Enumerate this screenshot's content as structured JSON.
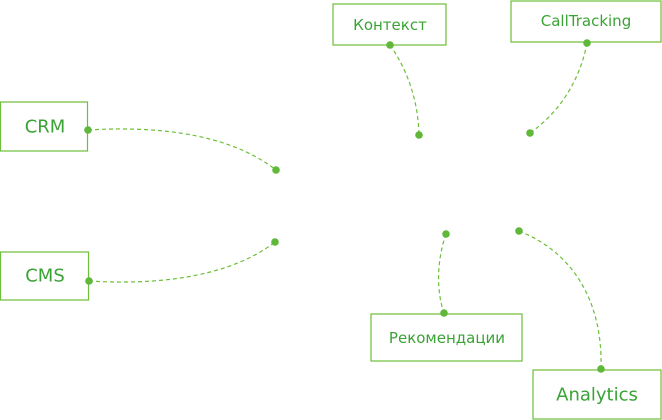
{
  "accent_color": "#5fb83a",
  "nodes": {
    "crm": {
      "label": "CRM"
    },
    "cms": {
      "label": "CMS"
    },
    "kontekst": {
      "label": "Контекст"
    },
    "calltracking": {
      "label": "CallTracking"
    },
    "rekomendacii": {
      "label": "Рекомендации"
    },
    "analytics": {
      "label": "Analytics"
    }
  }
}
